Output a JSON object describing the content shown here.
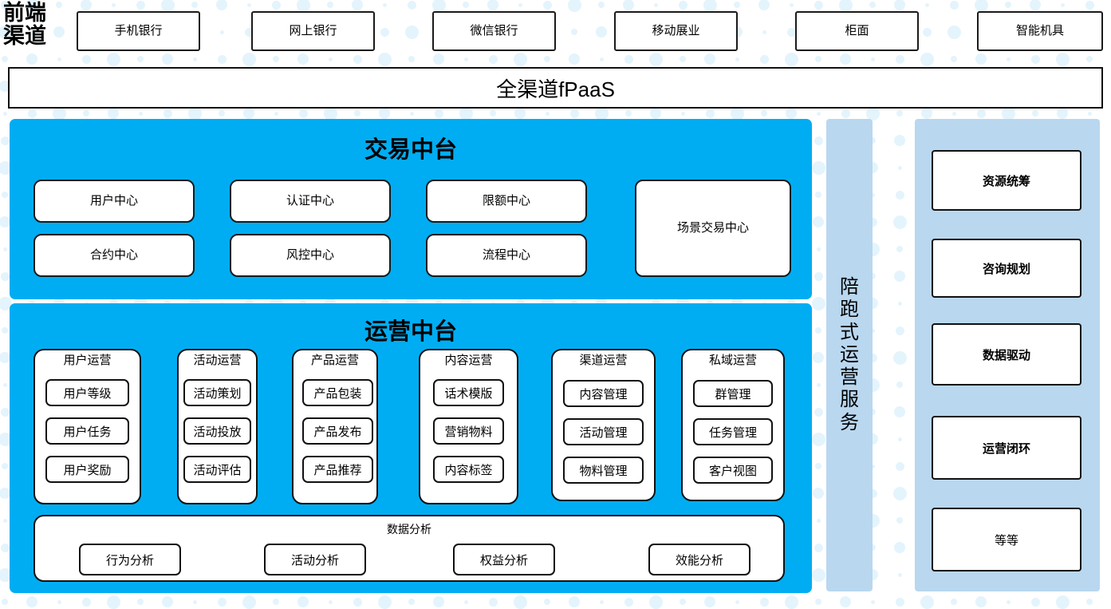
{
  "front_channel": {
    "label": "前端\n渠道",
    "label_line1": "前端",
    "label_line2": "渠道",
    "channels": [
      {
        "name": "手机银行"
      },
      {
        "name": "网上银行"
      },
      {
        "name": "微信银行"
      },
      {
        "name": "移动展业"
      },
      {
        "name": "柜面"
      },
      {
        "name": "智能机具"
      }
    ]
  },
  "fpaas": {
    "title": "全渠道fPaaS"
  },
  "trade_center": {
    "title": "交易中台",
    "items": [
      {
        "name": "用户中心"
      },
      {
        "name": "认证中心"
      },
      {
        "name": "限额中心"
      },
      {
        "name": "合约中心"
      },
      {
        "name": "风控中心"
      },
      {
        "name": "流程中心"
      }
    ],
    "scene_box": {
      "name": "场景交易中心"
    }
  },
  "operation_center": {
    "title": "运营中台",
    "columns": [
      {
        "head": "用户运营",
        "items": [
          "用户等级",
          "用户任务",
          "用户奖励"
        ]
      },
      {
        "head": "活动运营",
        "items": [
          "活动策划",
          "活动投放",
          "活动评估"
        ]
      },
      {
        "head": "产品运营",
        "items": [
          "产品包装",
          "产品发布",
          "产品推荐"
        ]
      },
      {
        "head": "内容运营",
        "items": [
          "话术模版",
          "营销物料",
          "内容标签"
        ]
      },
      {
        "head": "渠道运营",
        "items": [
          "内容管理",
          "活动管理",
          "物料管理"
        ]
      },
      {
        "head": "私域运营",
        "items": [
          "群管理",
          "任务管理",
          "客户视图"
        ]
      }
    ],
    "data_analysis": {
      "title": "数据分析",
      "items": [
        "行为分析",
        "活动分析",
        "权益分析",
        "效能分析"
      ]
    }
  },
  "service_panel": {
    "label": "陪跑式运营服务",
    "label_chars": "陪跑式运营服务",
    "items": [
      {
        "name": "资源统筹",
        "bold": true
      },
      {
        "name": "咨询规划",
        "bold": true
      },
      {
        "name": "数据驱动",
        "bold": true
      },
      {
        "name": "运营闭环",
        "bold": true
      },
      {
        "name": "等等",
        "bold": false
      }
    ]
  },
  "colors": {
    "cyan": "#00adf2",
    "light_blue": "#b9d7ef",
    "dot": "#e4f4fc",
    "outline": "#111111",
    "white": "#ffffff"
  }
}
